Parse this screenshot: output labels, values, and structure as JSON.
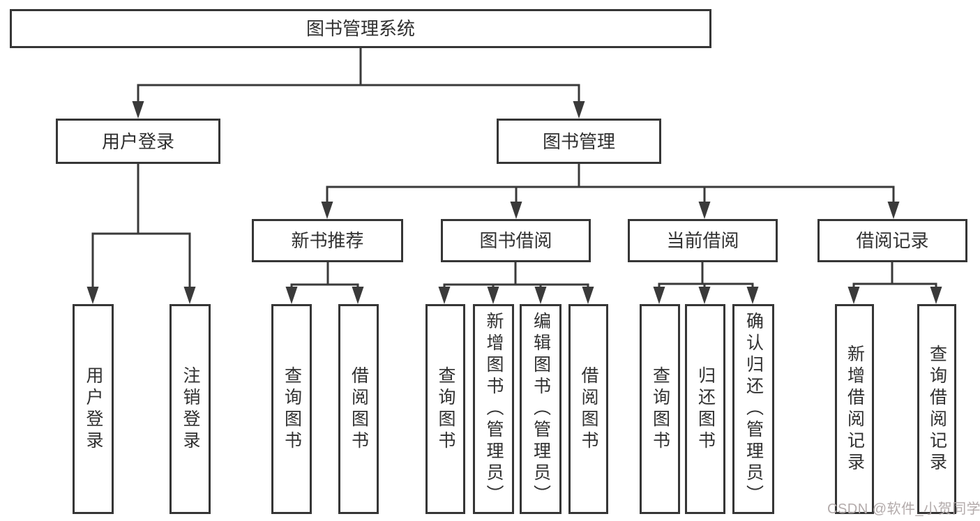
{
  "diagram_type": "hierarchy-tree",
  "colors": {
    "line": "#3a3a3a",
    "box_border": "#363636",
    "text": "#303030",
    "watermark": "#b3abab",
    "background": "#ffffff"
  },
  "tree": {
    "label": "图书管理系统",
    "children": [
      {
        "label": "用户登录",
        "children": [
          {
            "label": "用户登录"
          },
          {
            "label": "注销登录"
          }
        ]
      },
      {
        "label": "图书管理",
        "children": [
          {
            "label": "新书推荐",
            "children": [
              {
                "label": "查询图书"
              },
              {
                "label": "借阅图书"
              }
            ]
          },
          {
            "label": "图书借阅",
            "children": [
              {
                "label": "查询图书"
              },
              {
                "label": "新增图书（管理员）"
              },
              {
                "label": "编辑图书（管理员）"
              },
              {
                "label": "借阅图书"
              }
            ]
          },
          {
            "label": "当前借阅",
            "children": [
              {
                "label": "查询图书"
              },
              {
                "label": "归还图书"
              },
              {
                "label": "确认归还（管理员）"
              }
            ]
          },
          {
            "label": "借阅记录",
            "children": [
              {
                "label": "新增借阅记录"
              },
              {
                "label": "查询借阅记录"
              }
            ]
          }
        ]
      }
    ]
  },
  "watermark": "CSDN @软件_小贺同学"
}
